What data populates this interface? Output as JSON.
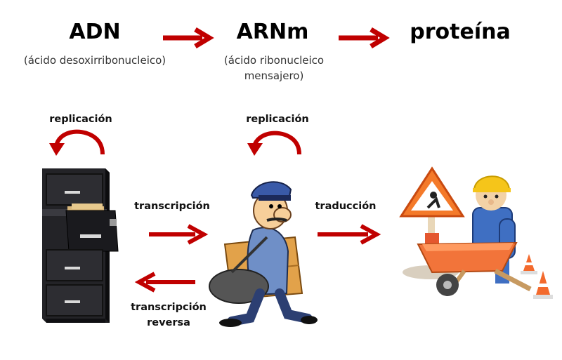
{
  "header": {
    "term_1": "ADN",
    "term_1_sub": "(ácido desoxirribonucleico)",
    "term_2": "ARNm",
    "term_2_sub_line1": "(ácido ribonucleico",
    "term_2_sub_line2": "mensajero)",
    "term_3": "proteína"
  },
  "processes": {
    "replication_dna": "replicación",
    "replication_rna": "replicación",
    "transcription": "transcripción",
    "translation": "traducción",
    "reverse_line1": "transcripción",
    "reverse_line2": "reversa"
  },
  "illustrations": {
    "dna": "filing-cabinet-icon",
    "rna": "mail-carrier-icon",
    "protein": "construction-worker-toy-icon"
  },
  "colors": {
    "arrow": "#c00000",
    "text": "#111111"
  }
}
